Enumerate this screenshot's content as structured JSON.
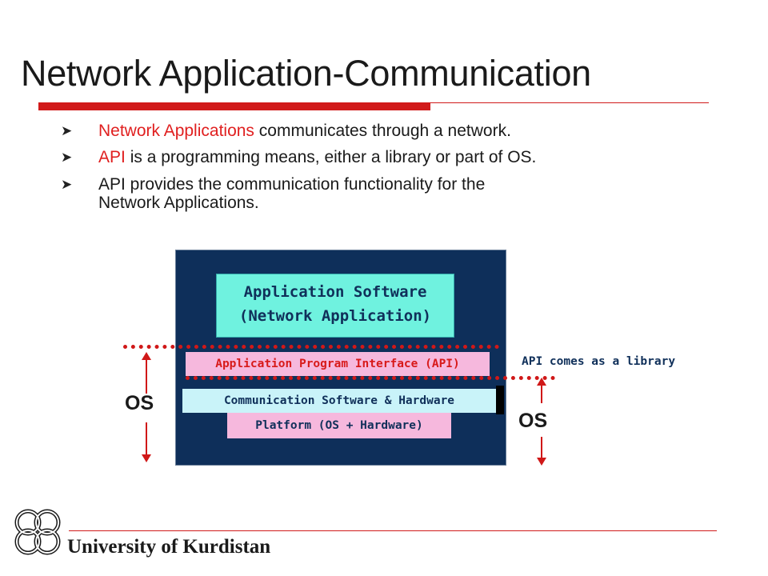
{
  "slide": {
    "title": "Network Application-Communication",
    "bullets": [
      {
        "highlight": "Network Applications",
        "rest": " communicates through a network."
      },
      {
        "highlight": "API",
        "rest": " is a programming means, either a library or part of OS."
      },
      {
        "highlight": "",
        "rest": "API provides the communication functionality for the",
        "line2": "Network Applications."
      }
    ]
  },
  "diagram": {
    "app_software_line1": "Application Software",
    "app_software_line2": "(Network Application)",
    "api_layer": "Application Program Interface (API)",
    "comm_layer": "Communication Software & Hardware",
    "platform_layer": "Platform (OS + Hardware)",
    "api_note": "API comes as a library",
    "os_left": "OS",
    "os_right": "OS"
  },
  "footer": {
    "university": "University of Kurdistan"
  },
  "colors": {
    "accent_red": "#d11a1a",
    "diagram_bg": "#0e2f5a",
    "app_box": "#6ff2df",
    "pink_box": "#f6b8dd",
    "cyan_box": "#c9f3f9"
  }
}
